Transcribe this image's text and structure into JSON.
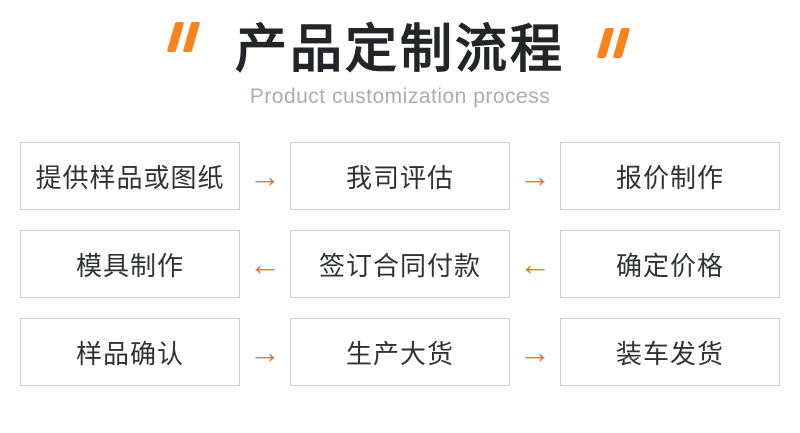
{
  "page": {
    "background_color": "#ffffff",
    "accent_color": "#f8821e",
    "arrow_color": "#f3761a",
    "box_border_color": "#cbcfd3",
    "title_color": "#242528",
    "subtitle_color": "#a8adb5"
  },
  "header": {
    "title": "产品定制流程",
    "subtitle": "Product customization process",
    "left_quote_icon": "double-quote-icon",
    "right_quote_icon": "double-quote-icon"
  },
  "flow": {
    "rows": [
      {
        "direction": "right",
        "arrow": "→",
        "steps": [
          "提供样品或图纸",
          "我司评估",
          "报价制作"
        ]
      },
      {
        "direction": "left",
        "arrow": "←",
        "steps": [
          "模具制作",
          "签订合同付款",
          "确定价格"
        ]
      },
      {
        "direction": "right",
        "arrow": "→",
        "steps": [
          "样品确认",
          "生产大货",
          "装车发货"
        ]
      }
    ]
  }
}
